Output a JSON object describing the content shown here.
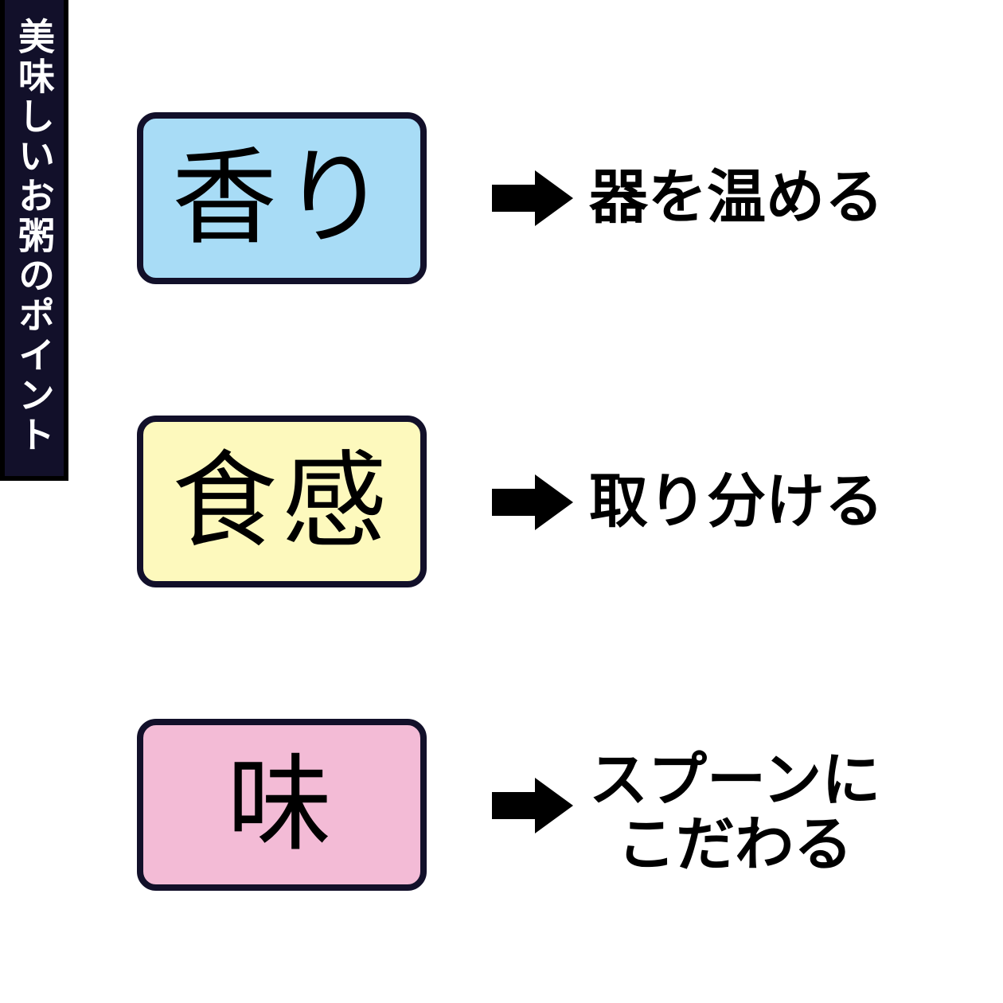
{
  "sidebar": {
    "title": "美味しいお粥のポイント"
  },
  "points": [
    {
      "label": "香り",
      "tip_lines": [
        "器を温める"
      ],
      "color": "#a8dcf6"
    },
    {
      "label": "食感",
      "tip_lines": [
        "取り分ける"
      ],
      "color": "#fdf9bd"
    },
    {
      "label": "味",
      "tip_lines": [
        "スプーンに",
        "こだわる"
      ],
      "color": "#f3bbd6"
    }
  ],
  "colors": {
    "border": "#12102a",
    "arrow": "#000000",
    "banner": "#12102a"
  },
  "icons": {
    "arrow": "right-arrow-icon"
  }
}
